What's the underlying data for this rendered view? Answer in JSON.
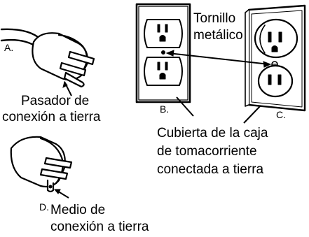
{
  "labels": {
    "a": "A.",
    "b": "B.",
    "c": "C.",
    "d": "D."
  },
  "callouts": {
    "screw_line1": "Tornillo",
    "screw_line2": "metálico",
    "ground_pin_line1": "Pasador de",
    "ground_pin_line2": "conexión a tierra",
    "box_cover_line1": "Cubierta de la caja",
    "box_cover_line2": "de tomacorriente",
    "box_cover_line3": "conectada a tierra",
    "ground_means_line1": "Medio de",
    "ground_means_line2": "conexión a tierra"
  },
  "colors": {
    "ink": "#000000",
    "paper": "#ffffff"
  }
}
